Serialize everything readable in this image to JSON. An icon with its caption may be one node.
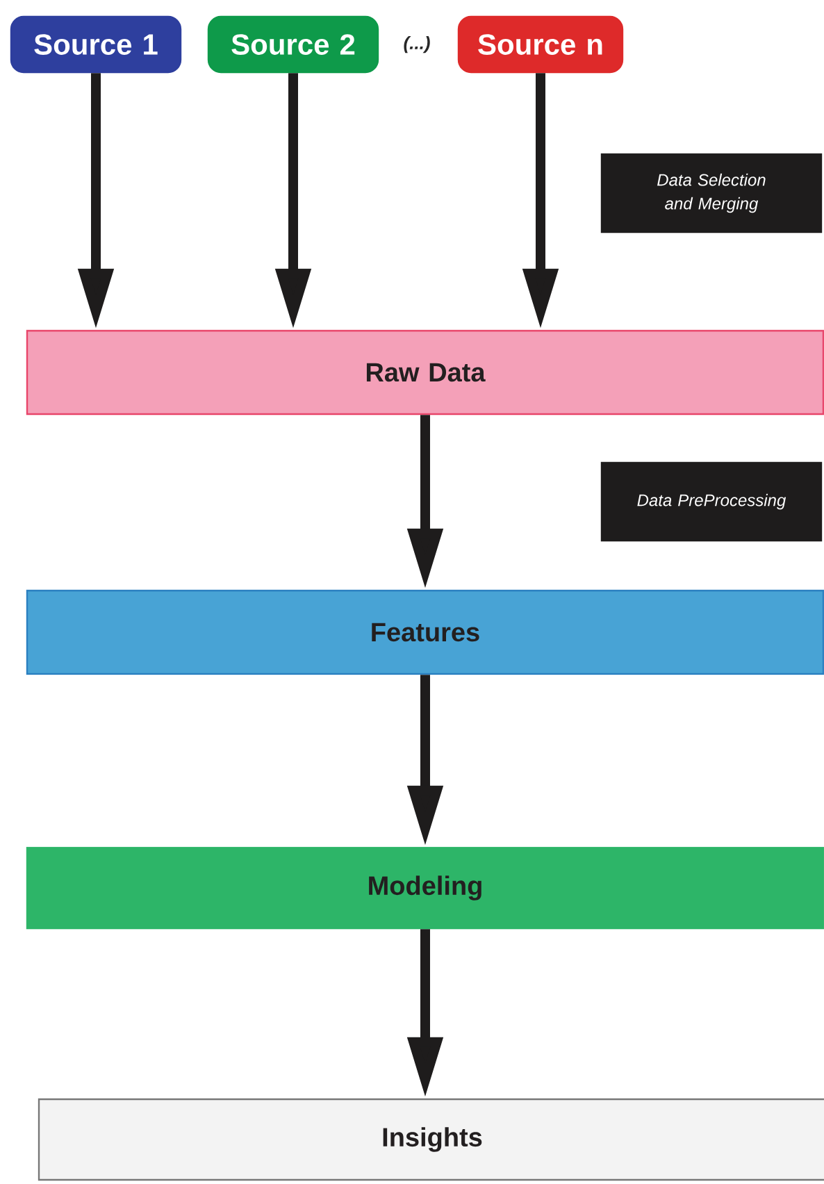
{
  "diagram": {
    "nodes": [
      {
        "text": [
          "Source 1"
        ]
      },
      {
        "text": [
          "Source 2"
        ]
      },
      {
        "text": [
          "Source n"
        ]
      },
      {
        "text": [
          "Data Selection and Merging"
        ]
      },
      {
        "text": [
          "Raw Data"
        ]
      },
      {
        "text": [
          "Data PreProcessing"
        ]
      },
      {
        "text": [
          "Features"
        ]
      },
      {
        "text": [
          "Modeling"
        ]
      },
      {
        "text": [
          "Insights"
        ]
      }
    ],
    "edges": [
      {
        "from": 0,
        "to": 4,
        "arrow": "to"
      },
      {
        "from": 1,
        "to": 4,
        "arrow": "to"
      },
      {
        "from": 2,
        "to": 4,
        "arrow": "to"
      },
      {
        "from": 4,
        "to": 6,
        "arrow": "to"
      },
      {
        "from": 6,
        "to": 7,
        "arrow": "to"
      },
      {
        "from": 7,
        "to": 8,
        "arrow": "to"
      }
    ],
    "labels": [
      "(...)"
    ]
  }
}
